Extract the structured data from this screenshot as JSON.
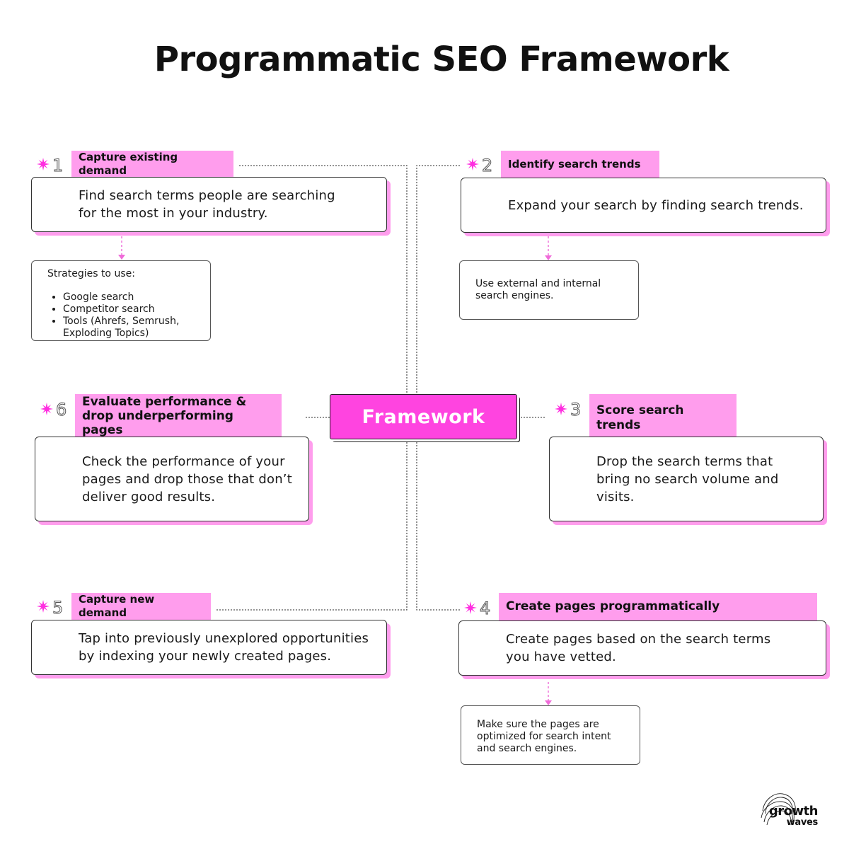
{
  "title": "Programmatic SEO Framework",
  "center_label": "Framework",
  "steps": [
    {
      "number": "1",
      "tag": "Capture existing demand",
      "body": "Find search terms people are searching for the most in your industry."
    },
    {
      "number": "2",
      "tag": "Identify search trends",
      "body": "Expand your search by finding search trends."
    },
    {
      "number": "3",
      "tag": "Score search trends",
      "body": "Drop the search terms that bring no search volume and visits."
    },
    {
      "number": "4",
      "tag": "Create pages programmatically",
      "body": "Create pages based on the search terms you have vetted."
    },
    {
      "number": "5",
      "tag": "Capture new demand",
      "body": "Tap into previously unexplored opportunities by indexing your newly created pages."
    },
    {
      "number": "6",
      "tag": "Evaluate performance & drop underperforming pages",
      "body": "Check the performance of your pages and drop those that don’t deliver good results."
    }
  ],
  "notes": {
    "strategies": {
      "heading": "Strategies to use:",
      "items": [
        "Google search",
        "Competitor search",
        "Tools (Ahrefs, Semrush, Exploding Topics)"
      ]
    },
    "engines": "Use external and internal search engines.",
    "optimize": "Make sure the pages are optimized for search intent and search engines."
  },
  "logo": {
    "line1": "growth",
    "line2": "waves"
  },
  "colors": {
    "accent_pink": "#ff9ded",
    "center_magenta": "#ff44e0",
    "border": "#333333",
    "connector": "#555555",
    "arrow_pink": "#f06bd9"
  }
}
